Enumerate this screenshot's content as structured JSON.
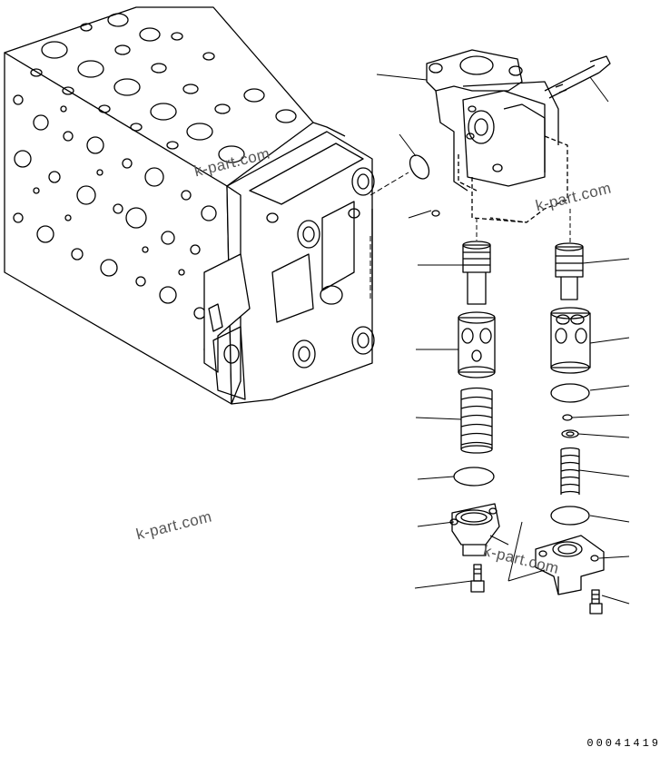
{
  "watermarks": [
    "k-part.com",
    "k-part.com",
    "k-part.com",
    "k-part.com"
  ],
  "drawing_code": "00041419"
}
